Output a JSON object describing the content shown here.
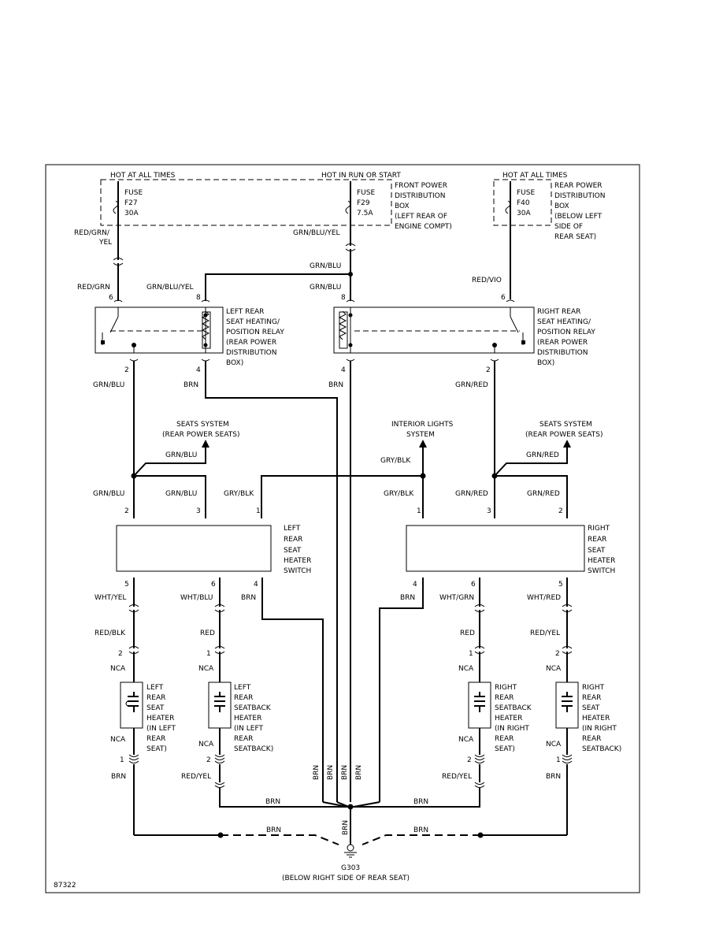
{
  "power": {
    "hot_left": "HOT AT ALL TIMES",
    "hot_center": "HOT IN RUN OR START",
    "hot_right": "HOT AT ALL TIMES",
    "fuse_word": "FUSE",
    "f27": "F27",
    "f27_amp": "30A",
    "f29": "F29",
    "f29_amp": "7.5A",
    "f40": "F40",
    "f40_amp": "30A",
    "front_box": [
      "FRONT POWER",
      "DISTRIBUTION",
      "BOX",
      "(LEFT REAR OF",
      "ENGINE COMPT)"
    ],
    "rear_box": [
      "REAR POWER",
      "DISTRIBUTION",
      "BOX",
      "(BELOW LEFT",
      "SIDE OF",
      "REAR SEAT)"
    ]
  },
  "wires": {
    "red_grn_yel": [
      "RED/GRN/",
      "YEL"
    ],
    "grn_blu_yel": "GRN/BLU/YEL",
    "red_grn": "RED/GRN",
    "grn_blu": "GRN/BLU",
    "red_vio": "RED/VIO",
    "brn": "BRN",
    "grn_red": "GRN/RED",
    "gry_blk": "GRY/BLK",
    "wht_yel": "WHT/YEL",
    "wht_blu": "WHT/BLU",
    "wht_grn": "WHT/GRN",
    "wht_red": "WHT/RED",
    "red_blk": "RED/BLK",
    "red": "RED",
    "red_yel": "RED/YEL",
    "nca": "NCA"
  },
  "relays": {
    "left": [
      "LEFT REAR",
      "SEAT HEATING/",
      "POSITION RELAY",
      "(REAR POWER",
      "DISTRIBUTION",
      "BOX)"
    ],
    "right": [
      "RIGHT REAR",
      "SEAT HEATING/",
      "POSITION RELAY",
      "(REAR POWER",
      "DISTRIBUTION",
      "BOX)"
    ]
  },
  "systems": {
    "seats_left": [
      "SEATS SYSTEM",
      "(REAR POWER SEATS)"
    ],
    "interior": [
      "INTERIOR LIGHTS",
      "SYSTEM"
    ],
    "seats_right": [
      "SEATS SYSTEM",
      "(REAR POWER SEATS)"
    ]
  },
  "switches": {
    "left": [
      "LEFT",
      "REAR",
      "SEAT",
      "HEATER",
      "SWITCH"
    ],
    "right": [
      "RIGHT",
      "REAR",
      "SEAT",
      "HEATER",
      "SWITCH"
    ]
  },
  "heaters": {
    "h1": [
      "LEFT",
      "REAR",
      "SEAT",
      "HEATER",
      "(IN LEFT",
      "REAR",
      "SEAT)"
    ],
    "h2": [
      "LEFT",
      "REAR",
      "SEATBACK",
      "HEATER",
      "(IN LEFT",
      "REAR",
      "SEATBACK)"
    ],
    "h3": [
      "RIGHT",
      "REAR",
      "SEATBACK",
      "HEATER",
      "(IN RIGHT",
      "REAR",
      "SEAT)"
    ],
    "h4": [
      "RIGHT",
      "REAR",
      "SEAT",
      "HEATER",
      "(IN RIGHT",
      "REAR",
      "SEATBACK)"
    ]
  },
  "pins": {
    "p1": "1",
    "p2": "2",
    "p3": "3",
    "p4": "4",
    "p5": "5",
    "p6": "6",
    "p8": "8"
  },
  "ground": {
    "id": "G303",
    "location": "(BELOW RIGHT SIDE OF REAR SEAT)"
  },
  "figure_id": "87322"
}
